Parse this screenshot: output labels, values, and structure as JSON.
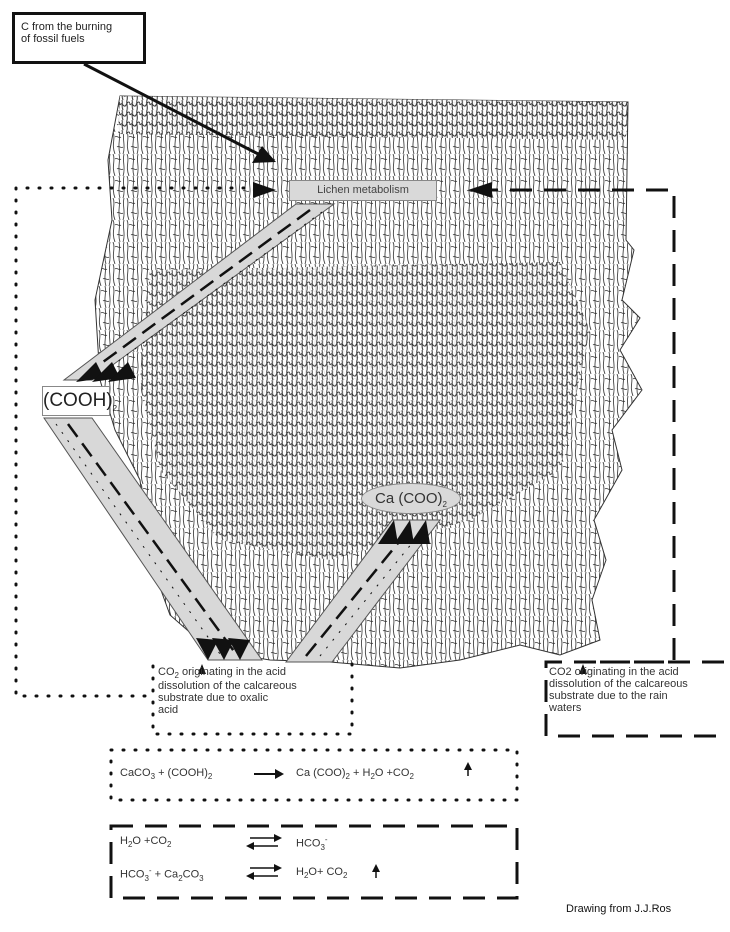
{
  "fossil_box": {
    "line1": "C from the burning",
    "line2": "of fossil fuels"
  },
  "lichen_label": "Lichen metabolism",
  "oxalic_label": "(COOH)",
  "oxalic_sub": "2",
  "calcium_oxalate_label": "Ca (COO)",
  "calcium_oxalate_sub": "2",
  "co2_oxalic": {
    "prefix": "CO",
    "sub": "2",
    "line1": " originating in the acid",
    "line2": "dissolution of the calcareous",
    "line3": "substrate due to oxalic",
    "line4": "acid"
  },
  "co2_rain": {
    "prefix": "CO2",
    "line1": " originating in the acid",
    "line2": "dissolution of the calcareous",
    "line3": "substrate due to the rain",
    "line4": "waters"
  },
  "equation_oxalic": {
    "lhs_a": "CaCO",
    "lhs_a_sub": "3",
    "plus1": " + (COOH)",
    "plus1_sub": "2",
    "rhs_a": "Ca (COO)",
    "rhs_a_sub": "2",
    "rhs_b": " + H",
    "rhs_b_sub": "2",
    "rhs_c": "O +CO",
    "rhs_c_sub": "2"
  },
  "equation_rain_1": {
    "lhs": "H",
    "lhs_sub": "2",
    "lhs_b": "O +CO",
    "lhs_b_sub": "2",
    "rhs": "HCO",
    "rhs_sub": "3",
    "rhs_sup": "-"
  },
  "equation_rain_2": {
    "lhs": "HCO",
    "lhs_sub": "3",
    "lhs_sup": "-",
    "lhs_b": " + Ca",
    "lhs_b_sub": "2",
    "lhs_c": "CO",
    "lhs_c_sub": "3",
    "rhs": "H",
    "rhs_sub": "2",
    "rhs_b": "O+ CO",
    "rhs_b_sub": "2"
  },
  "credit": "Drawing from J.J.Ros",
  "colors": {
    "band_fill": "#d8d8d8",
    "stroke": "#111111",
    "texture": "#555555"
  }
}
